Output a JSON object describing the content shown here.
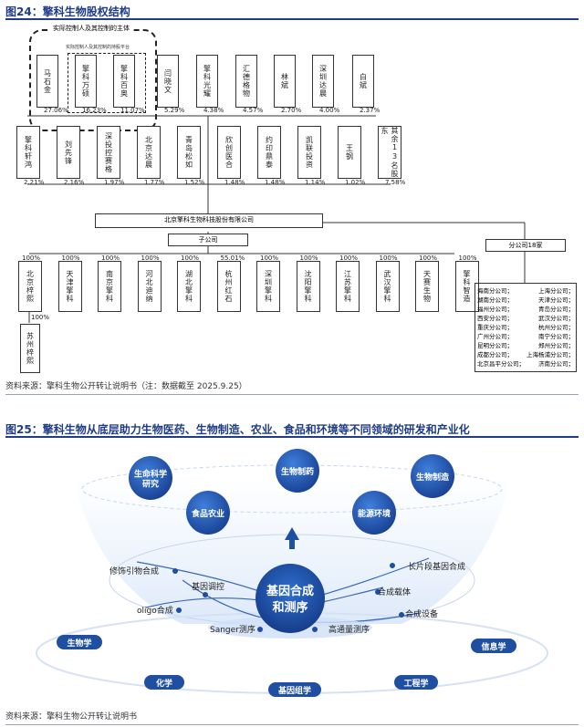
{
  "fig24": {
    "title": "图24：擎科生物股权结构",
    "source": "资料来源：擎科生物公开转让说明书（注：数据截至 2025.9.25）",
    "controllers_label": "实际控制人及其控制的主体",
    "platform_label": "实际控制人及其控制的持股平台",
    "row1": [
      {
        "name": "马石金",
        "pct": "27.06%"
      },
      {
        "name": "擎科万硕",
        "pct": "16.23%"
      },
      {
        "name": "擎科百奥",
        "pct": "11.07%"
      },
      {
        "name": "闫晓文",
        "pct": "5.29%"
      },
      {
        "name": "擎科光耀",
        "pct": "4.38%"
      },
      {
        "name": "汇德格物",
        "pct": "4.57%"
      },
      {
        "name": "林斌",
        "pct": "2.70%"
      },
      {
        "name": "深圳达晨",
        "pct": "4.00%"
      },
      {
        "name": "白斌",
        "pct": "2.37%"
      }
    ],
    "row2": [
      {
        "name": "擎科轩鸿",
        "pct": "2.21%"
      },
      {
        "name": "刘先锋",
        "pct": "2.16%"
      },
      {
        "name": "深投控赛格",
        "pct": "1.97%"
      },
      {
        "name": "北京达晨",
        "pct": "1.77%"
      },
      {
        "name": "青岛松如",
        "pct": "1.52%"
      },
      {
        "name": "欣创医合",
        "pct": "1.48%"
      },
      {
        "name": "约印鼎泰",
        "pct": "1.48%"
      },
      {
        "name": "凯联投资",
        "pct": "1.14%"
      },
      {
        "name": "王钢",
        "pct": "1.02%"
      },
      {
        "name": "其余13名股东",
        "pct": "7.58%"
      }
    ],
    "company": "北京擎科生物科技股份有限公司",
    "subsidiary_label": "子公司",
    "branch_label": "分公司18家",
    "subsidiaries": [
      {
        "name": "北京梓熙",
        "pct": "100%"
      },
      {
        "name": "天津擎科",
        "pct": "100%"
      },
      {
        "name": "南京擎科",
        "pct": "100%"
      },
      {
        "name": "河北迪纳",
        "pct": "100%"
      },
      {
        "name": "湖北擎科",
        "pct": "100%"
      },
      {
        "name": "杭州红石",
        "pct": "55.01%"
      },
      {
        "name": "深圳擎科",
        "pct": "100%"
      },
      {
        "name": "沈阳擎科",
        "pct": "100%"
      },
      {
        "name": "江苏擎科",
        "pct": "100%"
      },
      {
        "name": "武汉擎科",
        "pct": "100%"
      },
      {
        "name": "天赛生物",
        "pct": "100%"
      },
      {
        "name": "擎科智造",
        "pct": "100%"
      }
    ],
    "sub_sub": {
      "name": "苏州梓熙",
      "pct": "100%"
    },
    "branches": [
      [
        "海南分公司；",
        "上海分公司；"
      ],
      [
        "湖南分公司；",
        "天津分公司；"
      ],
      [
        "福州分公司；",
        "青岛分公司；"
      ],
      [
        "西安分公司；",
        "武汉分公司；"
      ],
      [
        "重庆分公司；",
        "杭州分公司；"
      ],
      [
        "广州分公司；",
        "南宁分公司；"
      ],
      [
        "昆明分公司；",
        "郑州分公司；"
      ],
      [
        "成都分公司；",
        "上海杨浦分公司；"
      ],
      [
        "北京昌平分公司；",
        "济南分公司；"
      ]
    ]
  },
  "fig25": {
    "title": "图25：擎科生物从底层助力生物医药、生物制造、农业、食品和环境等不同领域的研发和产业化",
    "source": "资料来源：擎科生物公开转让说明书",
    "core": [
      "基因合成",
      "和测序"
    ],
    "top_circles": [
      {
        "label": [
          "生命科学",
          "研究"
        ]
      },
      {
        "label": [
          "生物制药"
        ]
      },
      {
        "label": [
          "生物制造"
        ]
      },
      {
        "label": [
          "食品农业"
        ]
      },
      {
        "label": [
          "能源环境"
        ]
      }
    ],
    "tech_labels": [
      "修饰引物合成",
      "基因调控",
      "oligo合成",
      "Sanger测序",
      "长片段基因合成",
      "合成载体",
      "合成设备",
      "高通量测序"
    ],
    "base_pills": [
      "生物学",
      "信息学",
      "化学",
      "工程学",
      "基因组学"
    ],
    "colors": {
      "blue": "#1f3c88",
      "pill": "#1f4fa0",
      "circle": "#2458b3"
    }
  }
}
